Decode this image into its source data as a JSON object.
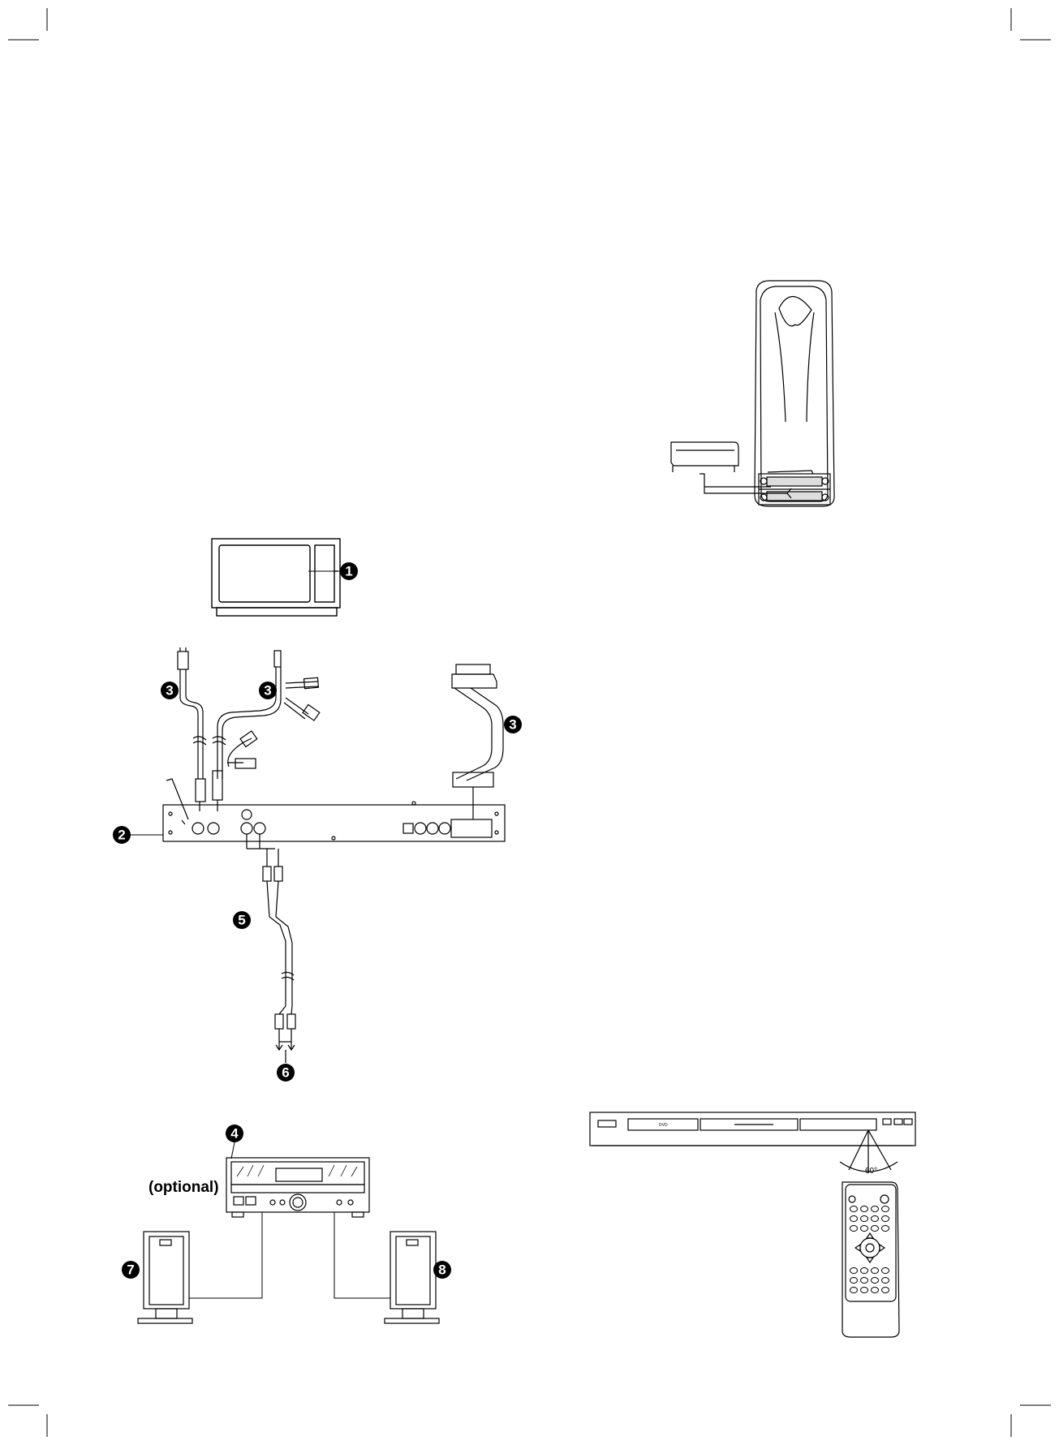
{
  "labels": {
    "optional": "(optional)",
    "angle": "60°",
    "player_logo": "DVD"
  },
  "callouts": [
    "1",
    "2",
    "3",
    "3",
    "3",
    "4",
    "5",
    "6",
    "7",
    "8"
  ],
  "colors": {
    "ink": "#000000",
    "paper": "#ffffff",
    "shade": "#d9d9d9"
  }
}
